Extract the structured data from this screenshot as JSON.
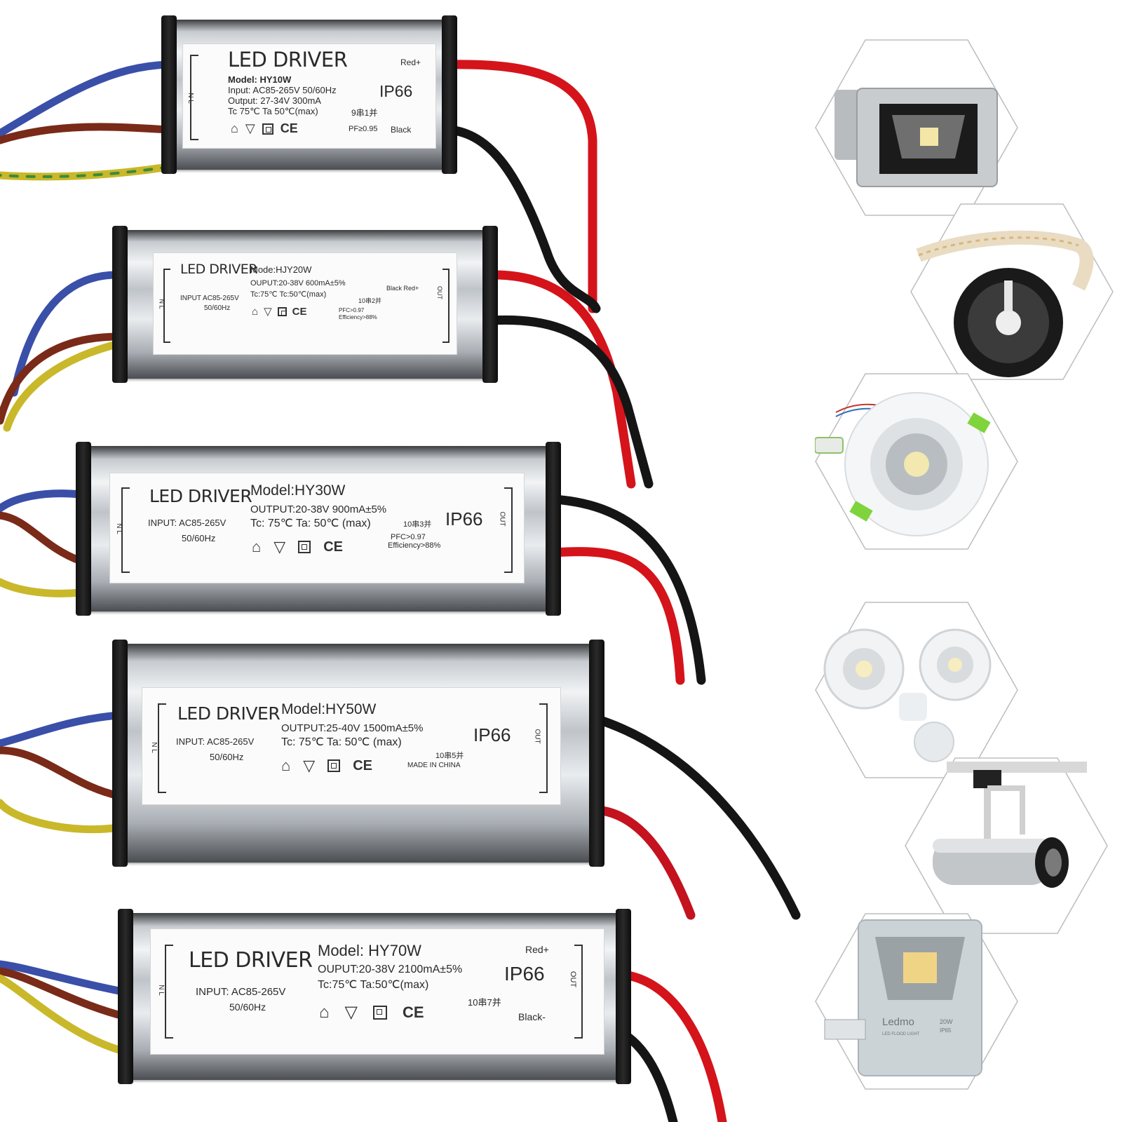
{
  "drivers": [
    {
      "title": "LED DRIVER",
      "model": "Model: HY10W",
      "input": "Input: AC85-265V  50/60Hz",
      "output": "Output: 27-34V  300mA",
      "temps": "Tc  75℃    Ta  50℃(max)",
      "config": "9串1并",
      "ip": "IP66",
      "red": "Red+",
      "black": "Black",
      "pf": "PF≥0.95",
      "side": "N  L",
      "ce": "CE"
    },
    {
      "title": "LED DRIVER",
      "model": "Mode:HJY20W",
      "input": "INPUT AC85-265V",
      "freq": "50/60Hz",
      "output": "OUPUT:20-38V  600mA±5%",
      "temps": "Tc:75℃    Tc:50℃(max)",
      "config": "10串2并",
      "pfc": "PFC>0.97",
      "eff": "Efficiency>88%",
      "black_red": "Black  Red+",
      "out": "OUT",
      "side": "N  L",
      "ce": "CE"
    },
    {
      "title": "LED DRIVER",
      "model": "Model:HY30W",
      "input": "INPUT: AC85-265V",
      "freq": "50/60Hz",
      "output": "OUTPUT:20-38V  900mA±5%",
      "temps": "Tc: 75℃  Ta: 50℃ (max)",
      "config": "10串3并",
      "pfc": "PFC>0.97",
      "eff": "Efficiency>88%",
      "ip": "IP66",
      "out": "OUT",
      "side": "N  L",
      "ce": "CE"
    },
    {
      "title": "LED DRIVER",
      "model": "Model:HY50W",
      "input": "INPUT: AC85-265V",
      "freq": "50/60Hz",
      "output": "OUTPUT:25-40V  1500mA±5%",
      "temps": "Tc: 75℃  Ta: 50℃ (max)",
      "config": "10串5并",
      "made": "MADE IN CHINA",
      "ip": "IP66",
      "out": "OUT",
      "side": "N  L",
      "ce": "CE"
    },
    {
      "title": "LED DRIVER",
      "model": "Model: HY70W",
      "input": "INPUT: AC85-265V",
      "freq": "50/60Hz",
      "output": "OUPUT:20-38V  2100mA±5%",
      "temps": "Tc:75℃       Ta:50℃(max)",
      "config": "10串7并",
      "ip": "IP66",
      "red": "Red+",
      "black": "Black-",
      "out": "OUT",
      "side": "N  L",
      "ce": "CE"
    }
  ],
  "applications": [
    {
      "name": "flood-light"
    },
    {
      "name": "led-strip-reel"
    },
    {
      "name": "downlight"
    },
    {
      "name": "twin-security-light"
    },
    {
      "name": "track-spotlight"
    },
    {
      "name": "ledmo-flood-light",
      "brand": "Ledmo",
      "small": "LED FLOOD LIGHT",
      "watt": "20W",
      "ip": "IP65"
    }
  ],
  "colors": {
    "wire_red": "#d4141a",
    "wire_black": "#151515",
    "wire_blue": "#3a4fa8",
    "wire_brown": "#7a2a18",
    "wire_yellow": "#c9b82a"
  }
}
